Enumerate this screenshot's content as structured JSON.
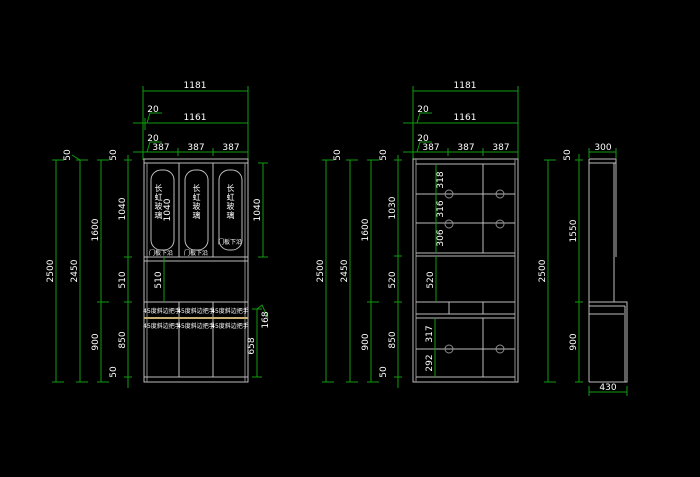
{
  "drawing": {
    "front_elevation": {
      "overall_width": "1181",
      "offset_a": "20",
      "inner_width": "1161",
      "offset_b": "20",
      "bay_widths": [
        "387",
        "387",
        "387"
      ],
      "left_dims": {
        "total": "2500",
        "body": "2450",
        "upper": "1600",
        "lower": "900",
        "top_trim": "50",
        "top_trim2": "50",
        "glass_door": "1040",
        "open_niche": "510",
        "base_door": "850",
        "bottom_plinth": "50"
      },
      "right_dims": {
        "glass_door": "1040",
        "drawer_handle": "168",
        "lower_door": "658"
      },
      "glass_label": "长虹玻璃",
      "glass_inner_dim": "1040",
      "niche_dim": "510",
      "door_bottom_label": "门板下沿",
      "handle_label": "45度斜边把手"
    },
    "interior_elevation": {
      "overall_width": "1181",
      "offset_a": "20",
      "inner_width": "1161",
      "offset_b": "20",
      "bay_widths": [
        "387",
        "387",
        "387"
      ],
      "left_dims": {
        "total": "2500",
        "body": "2450",
        "upper": "1600",
        "lower": "900",
        "top_trim": "50",
        "top_trim2": "50",
        "upper_section": "1030",
        "open_niche": "520",
        "base_section": "850",
        "bottom_plinth": "50"
      },
      "shelf_dims": [
        "318",
        "316",
        "306"
      ],
      "niche_dim": "520",
      "lower_shelf_dims": [
        "317",
        "292"
      ]
    },
    "side_elevation": {
      "top_depth": "300",
      "top_trim": "50",
      "upper_height": "1550",
      "total": "2500",
      "lower_height": "900",
      "base_depth": "430"
    },
    "colors": {
      "background": "#000000",
      "dimension": "#0f9a0f",
      "object": "#bdbdbd",
      "text": "#ffffff"
    }
  }
}
